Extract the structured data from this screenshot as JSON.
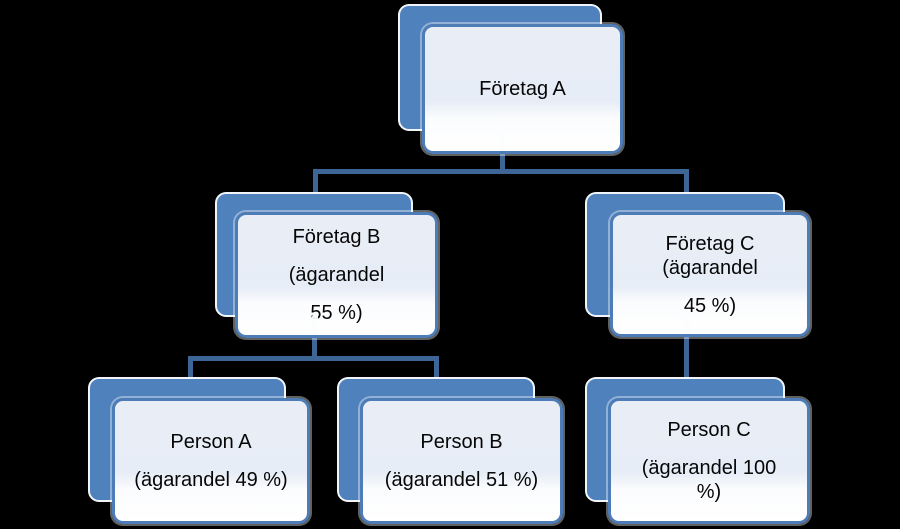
{
  "diagram": {
    "type": "org-chart",
    "background_color": "#000000",
    "accent_blue": "#4F81BD",
    "connector_color": "#3D6596",
    "nodes": {
      "foretag_a": {
        "label": "Företag A",
        "lines": [
          "Företag A"
        ]
      },
      "foretag_b": {
        "label": "Företag B (ägarandel 55 %)",
        "lines": [
          "Företag B",
          "(ägarandel",
          "55 %)"
        ]
      },
      "foretag_c": {
        "label": "Företag C (ägarandel 45 %)",
        "lines": [
          "Företag C",
          "(ägarandel",
          "45 %)"
        ]
      },
      "person_a": {
        "label": "Person A (ägarandel 49 %)",
        "lines": [
          "Person A",
          "(ägarandel 49 %)"
        ]
      },
      "person_b": {
        "label": "Person B (ägarandel 51 %)",
        "lines": [
          "Person B",
          "(ägarandel 51 %)"
        ]
      },
      "person_c": {
        "label": "Person C (ägarandel 100 %)",
        "lines": [
          "Person C",
          "(ägarandel 100",
          "%)"
        ]
      }
    },
    "edges": [
      {
        "from": "foretag_a",
        "to": "foretag_b"
      },
      {
        "from": "foretag_a",
        "to": "foretag_c"
      },
      {
        "from": "foretag_b",
        "to": "person_a"
      },
      {
        "from": "foretag_b",
        "to": "person_b"
      },
      {
        "from": "foretag_c",
        "to": "person_c"
      }
    ]
  }
}
